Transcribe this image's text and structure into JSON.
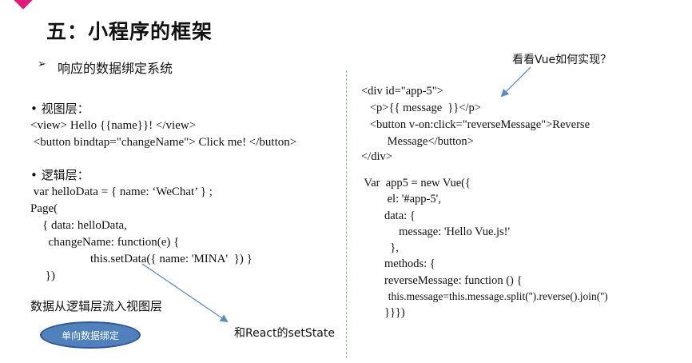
{
  "slide": {
    "title": "五：小程序的框架",
    "subtitle_bullet": "➢",
    "subtitle": "响应的数据绑定系统"
  },
  "left": {
    "view_heading": "• 视图层：",
    "view_lines": [
      "<view> Hello {{name}}! </view>",
      " <button bindtap=\"changeName\"> Click me! </button>"
    ],
    "logic_heading": "• 逻辑层：",
    "logic_lines": [
      " var helloData = { name: ‘WeChat’ } ;",
      "Page(",
      "    { data: helloData,",
      "      changeName: function(e) {",
      "                    this.setData({ name: 'MINA'  }) }",
      "     })"
    ],
    "flow_note": "数据从逻辑层流入视图层",
    "oneway_badge": "单向数据绑定",
    "react_note": "和React的setState"
  },
  "right": {
    "vue_question": "看看Vue如何实现？",
    "html_lines": [
      "<div id=\"app-5\">",
      "   <p>{{ message  }}</p>",
      "   <button v-on:click=\"reverseMessage\">Reverse",
      "         Message</button>",
      "</div>"
    ],
    "js_lines": [
      " Var  app5 = new Vue({",
      "         el: '#app-5',",
      "        data: {",
      "             message: 'Hello Vue.js!'",
      "          },",
      "        methods: {",
      "        reverseMessage: function () {",
      "          this.message=this.message.split('').reverse().join('')",
      "        }}})"
    ]
  },
  "colors": {
    "accent": "#e6187a",
    "arrow": "#5b8bc9",
    "badge_fill": "#4f81bd",
    "badge_border": "#2f5597",
    "divider": "#8fbf8f"
  }
}
